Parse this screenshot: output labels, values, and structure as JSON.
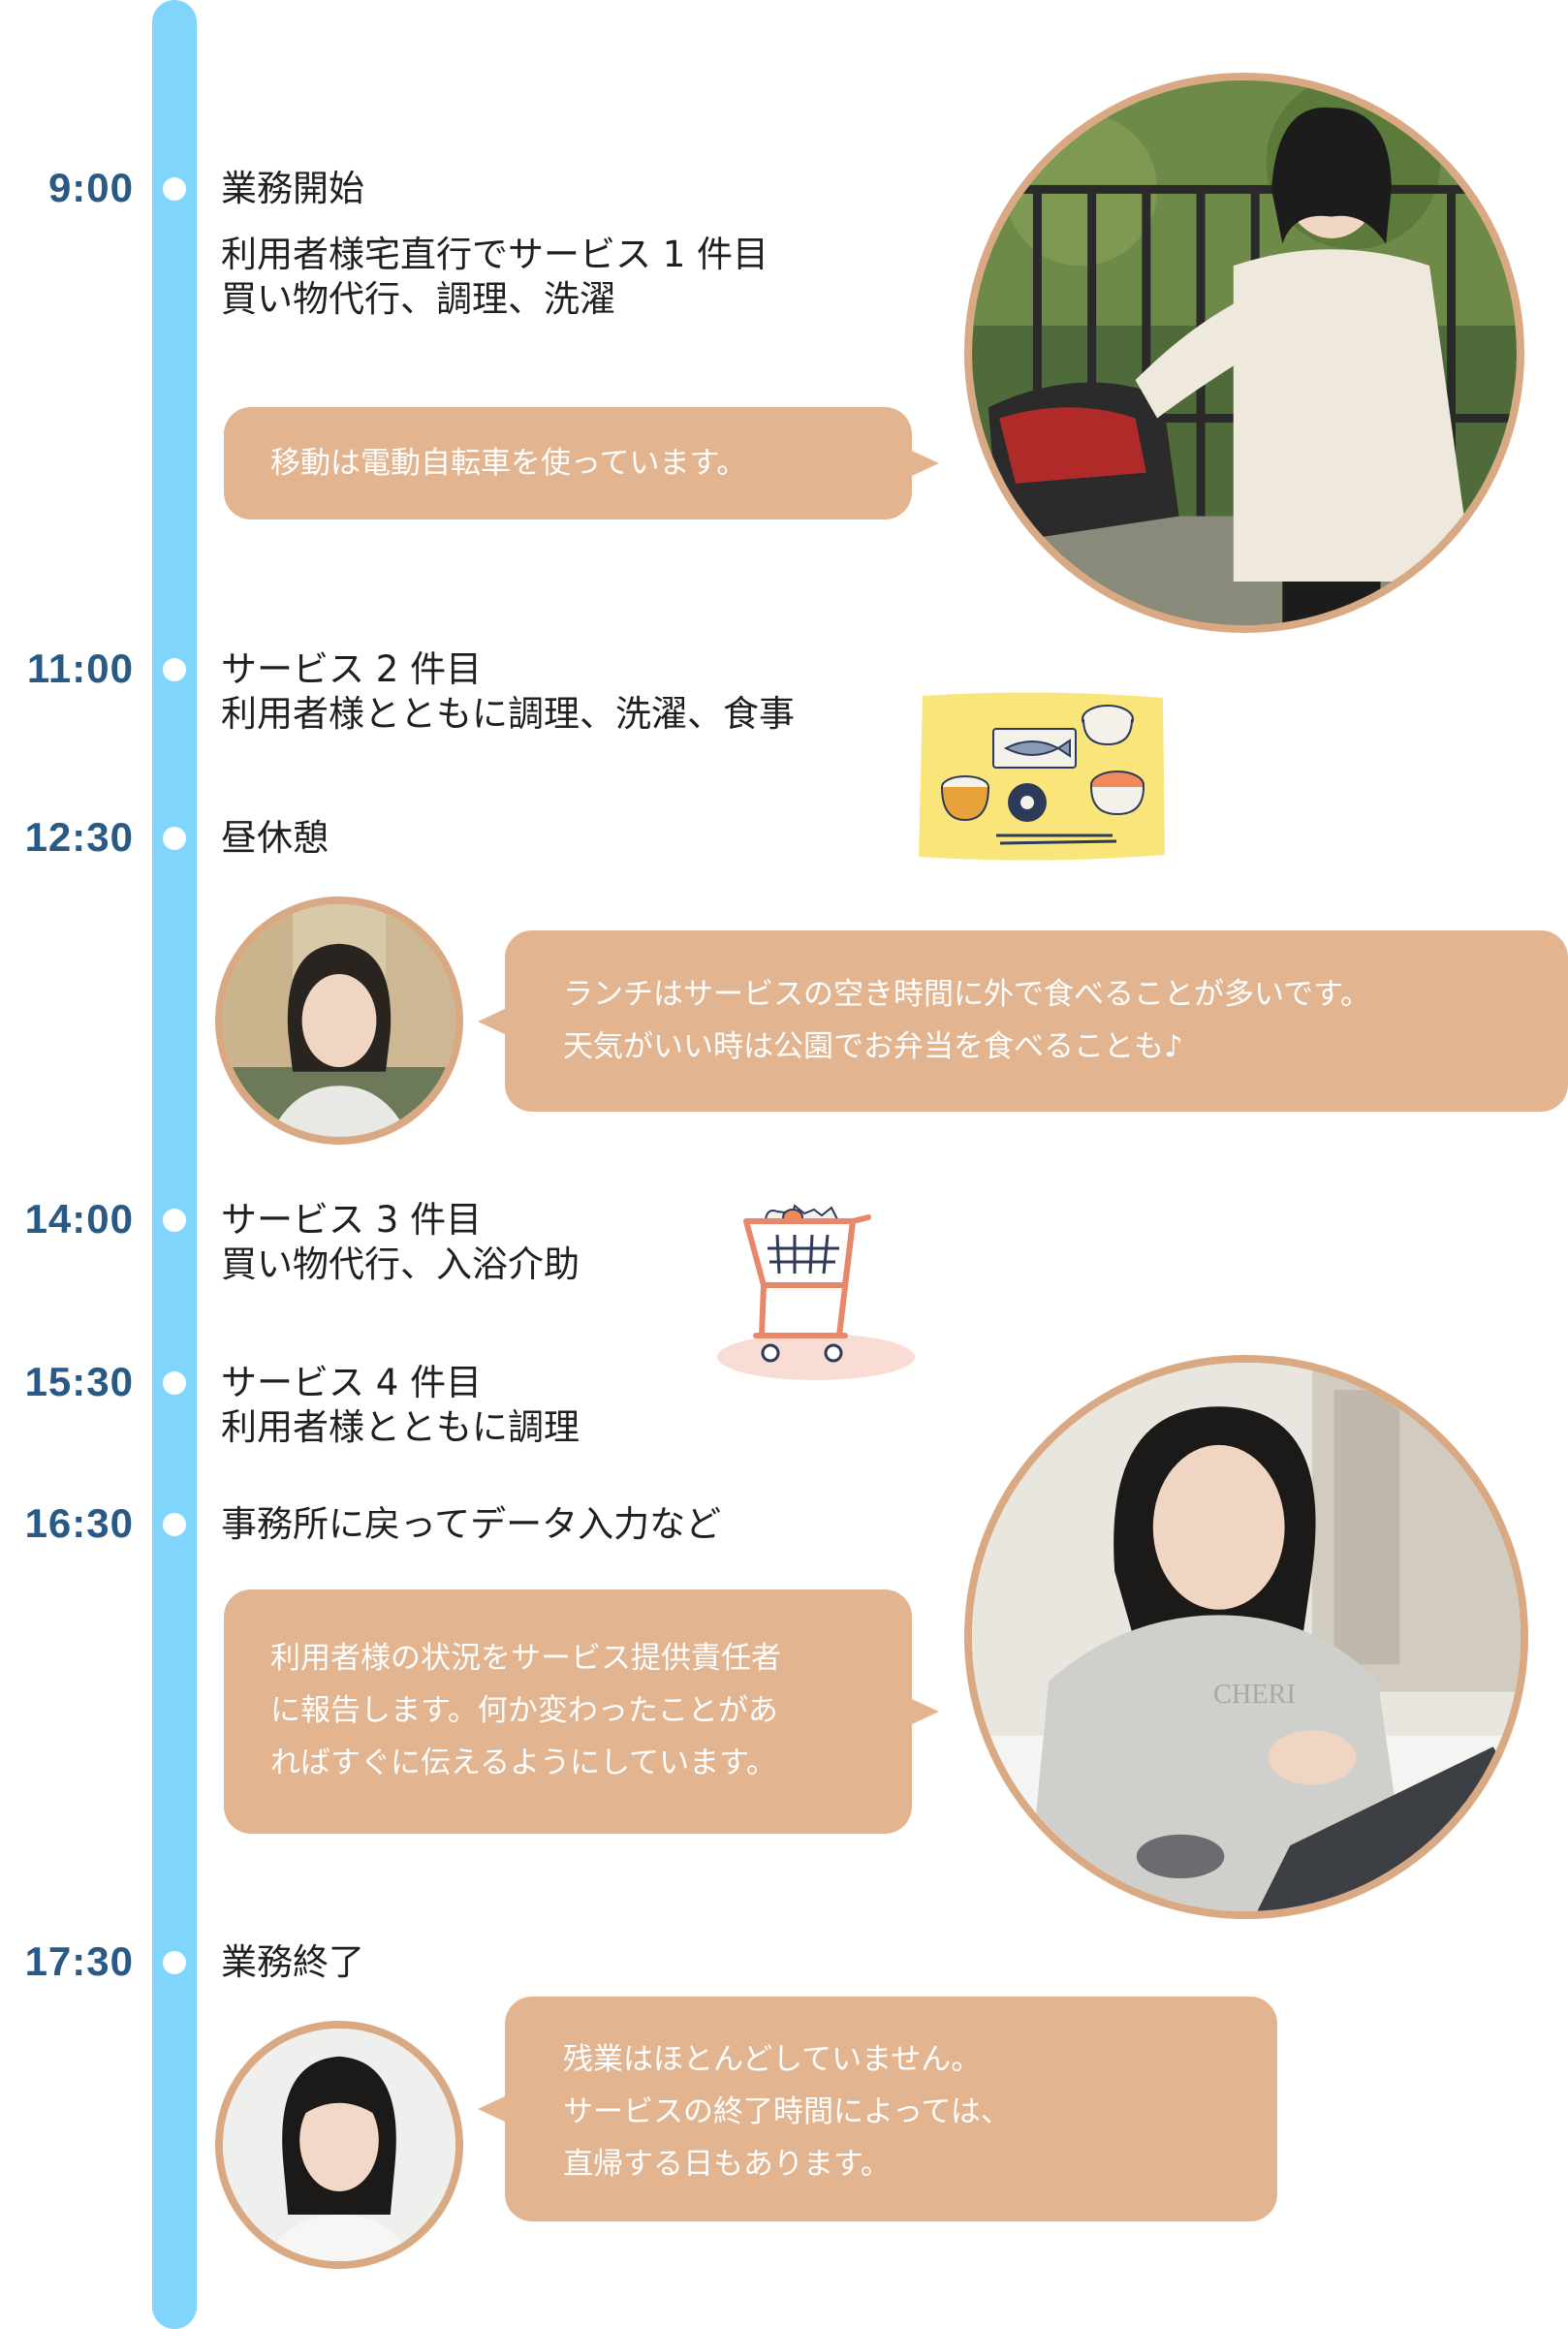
{
  "timeline": [
    {
      "time": "9:00",
      "lines": [
        "業務開始",
        "",
        "利用者様宅直行でサービス 1 件目",
        "買い物代行、調理、洗濯"
      ],
      "bubble": [
        "移動は電動自転車を使っています。"
      ]
    },
    {
      "time": "11:00",
      "lines": [
        "サービス 2 件目",
        "利用者様とともに調理、洗濯、食事"
      ]
    },
    {
      "time": "12:30",
      "lines": [
        "昼休憩"
      ],
      "bubble": [
        "ランチはサービスの空き時間に外で食べることが多いです。",
        "天気がいい時は公園でお弁当を食べることも♪"
      ]
    },
    {
      "time": "14:00",
      "lines": [
        "サービス 3 件目",
        "買い物代行、入浴介助"
      ]
    },
    {
      "time": "15:30",
      "lines": [
        "サービス 4 件目",
        "利用者様とともに調理"
      ]
    },
    {
      "time": "16:30",
      "lines": [
        "事務所に戻ってデータ入力など"
      ],
      "bubble": [
        "利用者様の状況をサービス提供責任者",
        "に報告します。何か変わったことがあ",
        "ればすぐに伝えるようにしています。"
      ]
    },
    {
      "time": "17:30",
      "lines": [
        "業務終了"
      ],
      "bubble": [
        "残業はほとんどしていません。",
        "サービスの終了時間によっては、",
        "直帰する日もあります。"
      ]
    }
  ],
  "photo_logo_text": "CHERI",
  "colors": {
    "timeline": "#7fd5fb",
    "time_text": "#285a85",
    "bubble": "#e2b48f",
    "photo_ring": "#d9a983",
    "meal_card": "#f9e57a"
  },
  "icons": [
    "meal-tray-icon",
    "shopping-cart-icon"
  ]
}
